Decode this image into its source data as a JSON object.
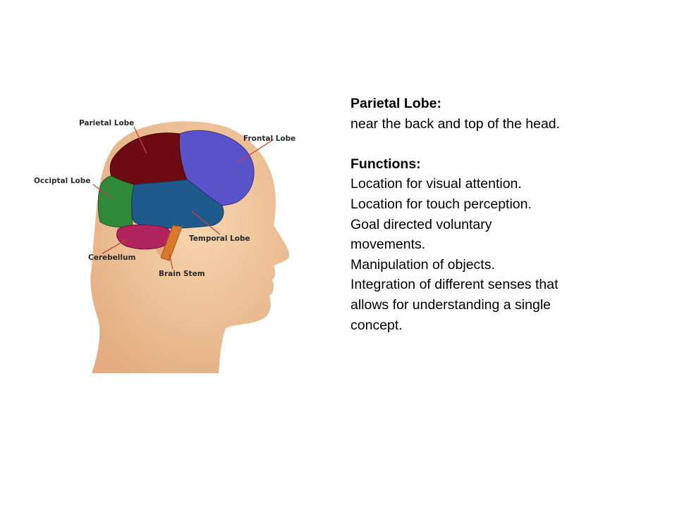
{
  "diagram": {
    "labels": {
      "parietal": "Parietal Lobe",
      "frontal": "Frontal Lobe",
      "occipital": "Occiptal Lobe",
      "temporal": "Temporal Lobe",
      "cerebellum": "Cerebellum",
      "brain_stem": "Brain Stem"
    },
    "colors": {
      "skin": "#f2c9a0",
      "parietal": "#6e0b12",
      "frontal": "#5a52c8",
      "occipital": "#2e8a3a",
      "temporal": "#1f5a8c",
      "cerebellum": "#b0235c",
      "brain_stem": "#d9792a",
      "leader_line": "#c0453a"
    }
  },
  "description": {
    "title": "Parietal Lobe:",
    "location": "near the back and top of the head.",
    "functions_title": "Functions:",
    "functions": [
      "Location for visual attention.",
      "Location for touch perception.",
      "Goal directed voluntary",
      "movements.",
      "Manipulation of objects.",
      "Integration of different senses that",
      "allows for understanding a single",
      "concept."
    ]
  }
}
